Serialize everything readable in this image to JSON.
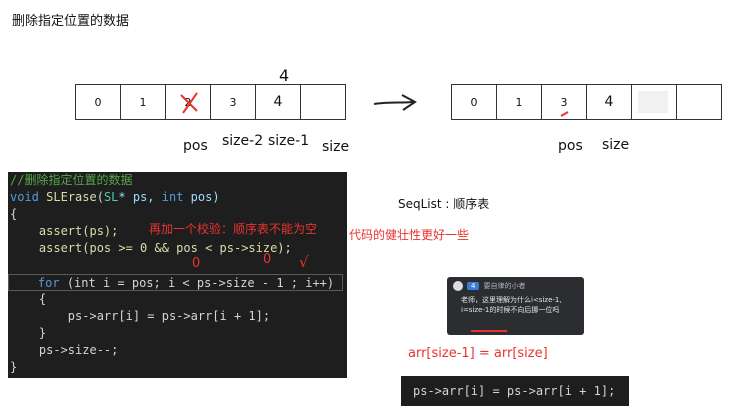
{
  "title": "删除指定位置的数据",
  "left_array": {
    "cells": [
      "0",
      "1",
      "2",
      "3",
      "4",
      ""
    ],
    "handwritten_above": "4",
    "labels": [
      "pos",
      "size-2",
      "size-1",
      "size"
    ]
  },
  "right_array": {
    "cells": [
      "0",
      "1",
      "3",
      "4",
      "",
      ""
    ],
    "labels": [
      "pos",
      "size"
    ]
  },
  "arrow_glyph": "—>",
  "seqlist_label": "SeqList : 顺序表",
  "code": {
    "comment": "//删除指定位置的数据",
    "sig_kw": "void",
    "sig_fn": "SLErase",
    "sig_type": "SL",
    "sig_rest1": "* ps, ",
    "sig_kw2": "int",
    "sig_rest2": " pos)",
    "brace_open": "{",
    "assert1": "    assert(ps);",
    "assert2": "    assert(pos >= 0 && pos < ps->size);",
    "for_kw": "for",
    "for_rest": " (int i = pos; i < ps->size - 1 ; i++)",
    "inner_open": "    {",
    "body": "        ps->arr[i] = ps->arr[i + 1];",
    "inner_close": "    }",
    "dec": "    ps->size--;",
    "brace_close": "}"
  },
  "annotations": {
    "check_note": "再加一个校验：顺序表不能为空",
    "robust_note": "代码的健壮性更好一些",
    "hand_marks": [
      "0",
      "0",
      "√"
    ],
    "equation": "arr[size-1] = arr[size]"
  },
  "chat": {
    "tag": "4",
    "user": "要自律的小者",
    "message": "老师，这里理解为什么i<size-1,\ni=size-1的时候不向后挪一位吗"
  },
  "snippet": "ps->arr[i] = ps->arr[i + 1];",
  "colors": {
    "red": "#e8342f",
    "code_bg": "#1e1e1e",
    "chat_bg": "#2b2d31",
    "chat_tag": "#3a7bd5"
  }
}
